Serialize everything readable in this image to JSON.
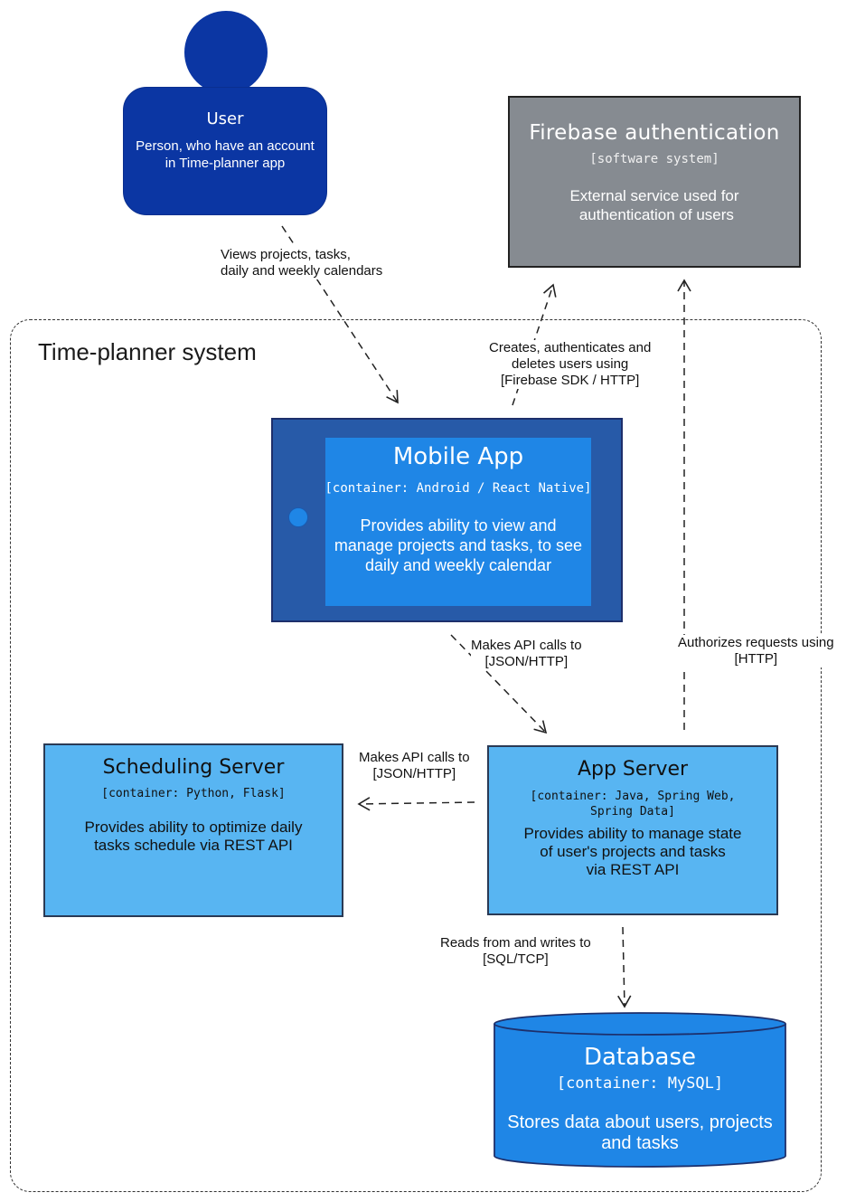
{
  "boundary": {
    "label": "Time-planner system"
  },
  "nodes": {
    "user": {
      "title": "User",
      "description": "Person, who have an account\nin Time-planner app",
      "color": "#0b36a3"
    },
    "firebase": {
      "title": "Firebase authentication",
      "technology": "[software system]",
      "description": "External service used for\n authentication of users",
      "color": "#868b91"
    },
    "mobile": {
      "title": "Mobile App",
      "technology": "[container: Android / React Native]",
      "description": "Provides ability to view and\nmanage projects and tasks, to see\ndaily and weekly calendar",
      "color": "#1f86e6"
    },
    "scheduling": {
      "title": "Scheduling Server",
      "technology": "[container: Python, Flask]",
      "description": "Provides ability to optimize daily\ntasks schedule via REST API",
      "color": "#58b5f2"
    },
    "appserver": {
      "title": "App Server",
      "technology": "[container: Java, Spring Web,\nSpring Data]",
      "description": "Provides ability to manage state\nof user's projects and tasks\nvia REST API",
      "color": "#58b5f2"
    },
    "database": {
      "title": "Database",
      "technology": "[container: MySQL]",
      "description": "Stores data about users, projects\nand tasks",
      "color": "#1f86e6"
    }
  },
  "edges": {
    "user_to_mobile": "Views projects, tasks,\ndaily and weekly calendars",
    "mobile_to_firebase": "Creates, authenticates and\ndeletes users using\n[Firebase SDK / HTTP]",
    "mobile_to_appserver": "Makes API calls to\n[JSON/HTTP]",
    "appserver_to_firebase": "Authorizes requests using\n[HTTP]",
    "appserver_to_scheduling": "Makes API calls to\n[JSON/HTTP]",
    "appserver_to_database": "Reads from and writes to\n[SQL/TCP]"
  }
}
